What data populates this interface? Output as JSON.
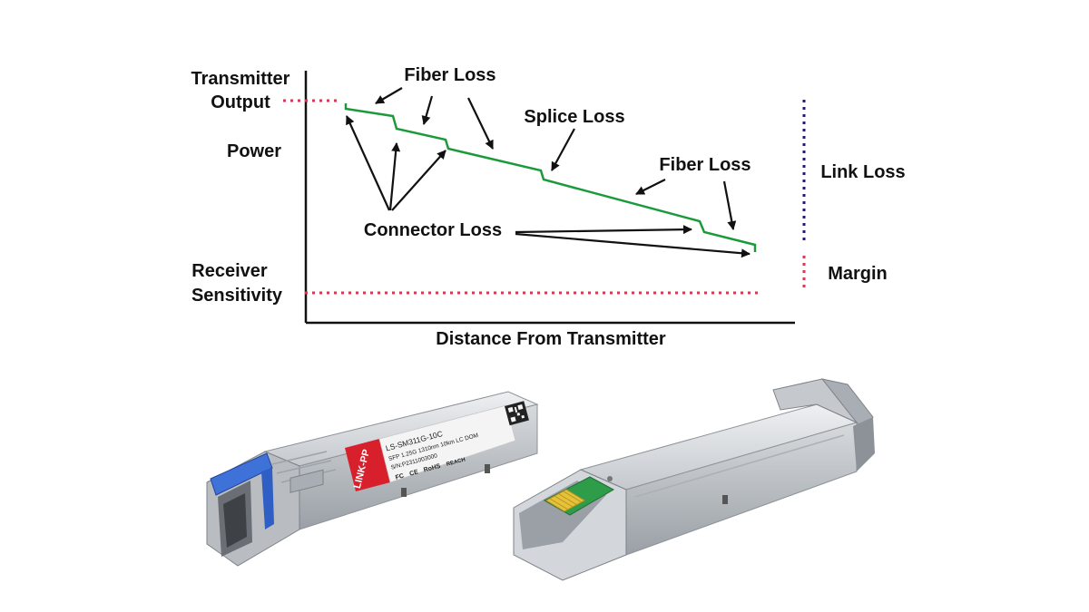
{
  "diagram": {
    "labels": {
      "transmitter_output_line1": "Transmitter",
      "transmitter_output_line2": "Output",
      "power": "Power",
      "receiver_sensitivity_line1": "Receiver",
      "receiver_sensitivity_line2": "Sensitivity",
      "fiber_loss_top": "Fiber Loss",
      "splice_loss": "Splice Loss",
      "fiber_loss_right": "Fiber Loss",
      "connector_loss": "Connector Loss",
      "link_loss": "Link Loss",
      "margin": "Margin",
      "x_axis": "Distance From Transmitter"
    },
    "colors": {
      "power_curve": "#1a9a3a",
      "threshold_dotted": "#d23a55",
      "link_loss_dotted": "#2a1a6a",
      "margin_dotted": "#d23a55",
      "axis": "#111111",
      "arrows": "#111111"
    }
  },
  "modules": {
    "left_label": {
      "brand": "LINK-PP",
      "part_number": "LS-SM311G-10C",
      "spec_line": "SFP 1.25G 1310nm 10km LC DOM",
      "serial_line": "S/N:P2311003000",
      "certifications": [
        "FC",
        "CE",
        "RoHS",
        "REACH"
      ]
    },
    "colors": {
      "housing": "#c9ccd0",
      "housing_dark": "#8d9298",
      "latch_blue": "#3f72d8",
      "label_red": "#d8202c",
      "pcb_green": "#2f9c4a",
      "contacts_gold": "#e6c23a"
    }
  }
}
